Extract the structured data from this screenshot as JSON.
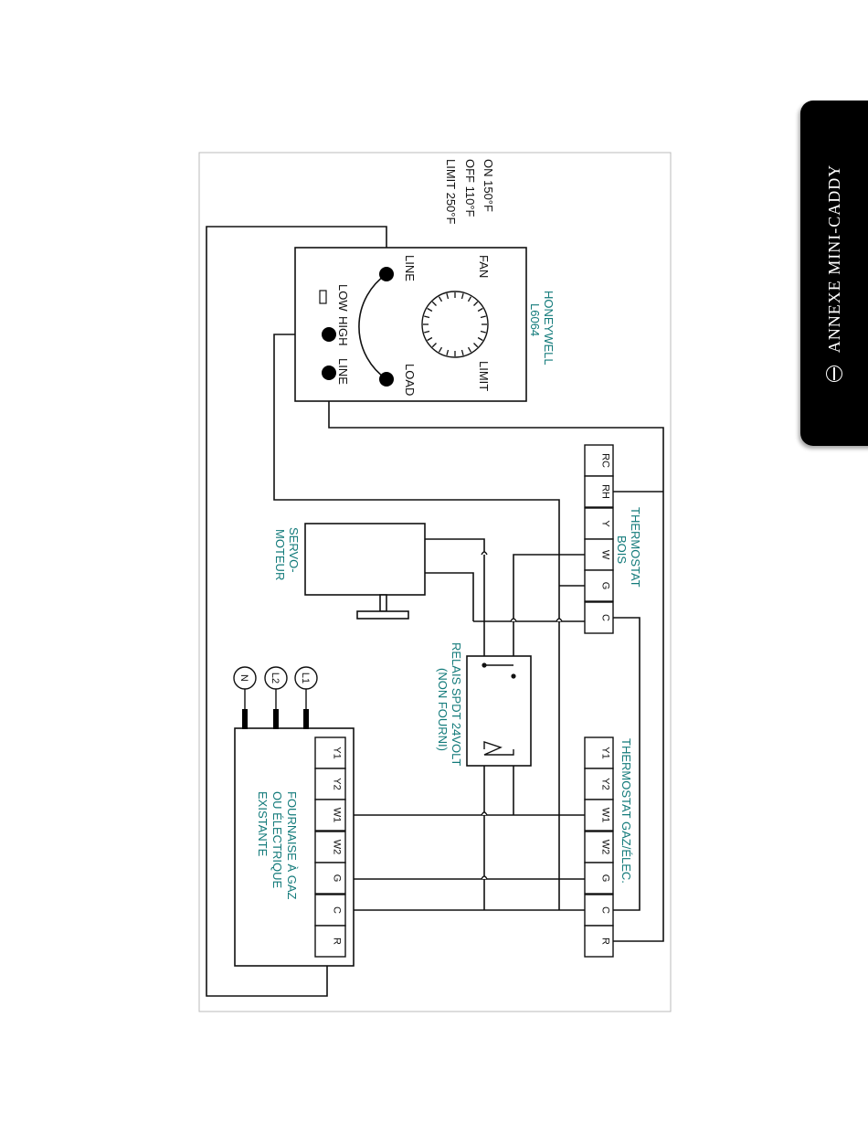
{
  "side_tab": {
    "title": "ANNEXE MINI-CADDY",
    "icon": "info-circle-icon"
  },
  "colors": {
    "teal_labels": "#127a7a",
    "tab_background": "#000000",
    "wire": "#111111"
  },
  "settings": {
    "on": "ON 150°F",
    "off": "OFF 110°F",
    "limit": "LIMIT 250°F"
  },
  "honeywell": {
    "label_line1": "HONEYWELL",
    "label_line2": "L6064",
    "fan": "FAN",
    "limit": "LIMIT",
    "line_top": "LINE",
    "load": "LOAD",
    "low": "LOW",
    "high": "HIGH",
    "line_bottom": "LINE"
  },
  "thermostat_bois": {
    "label_line1": "THERMOSTAT",
    "label_line2": "BOIS",
    "terminals": [
      "RC",
      "RH",
      "Y",
      "W",
      "G",
      "C"
    ]
  },
  "servo": {
    "label_line1": "SERVO-",
    "label_line2": "MOTEUR"
  },
  "relay": {
    "label_line1": "RELAIS SPDT 24VOLT",
    "label_line2": "(NON FOURNI)"
  },
  "thermostat_gaz": {
    "label": "THERMOSTAT GAZ/ÉLEC.",
    "terminals": [
      "Y1",
      "Y2",
      "W1",
      "W2",
      "G",
      "C",
      "R"
    ]
  },
  "furnace": {
    "label_line1": "FOURNAISE À GAZ",
    "label_line2": "OU ÉLECTRIQUE",
    "label_line3": "EXISTANTE",
    "terminals": [
      "Y1",
      "Y2",
      "W1",
      "W2",
      "G",
      "C",
      "R"
    ]
  },
  "power_leads": [
    "L1",
    "L2",
    "N"
  ]
}
